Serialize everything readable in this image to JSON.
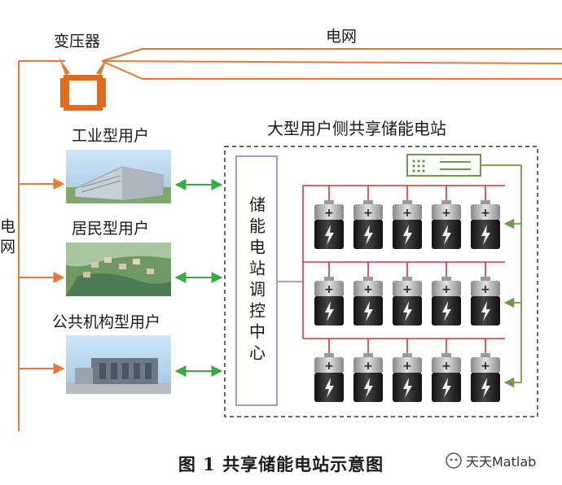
{
  "labels": {
    "transformer": "变压器",
    "grid_top": "电网",
    "grid_left": "电网",
    "station_title": "大型用户侧共享储能电站",
    "control_center": "储能电站调控中心",
    "users": [
      {
        "name": "工业型用户"
      },
      {
        "name": "居民型用户"
      },
      {
        "name": "公共机构型用户"
      }
    ]
  },
  "battery_grid": {
    "rows": 3,
    "cols": 5
  },
  "caption": "图 1    共享储能电站示意图",
  "watermark": "天天Matlab",
  "colors": {
    "grid_line": "#e8793a",
    "transformer": "#e06a1e",
    "exchange_arrow": "#3aaa46",
    "bus_line": "#e0303a",
    "control_line": "#9a8fc4",
    "feedback_line": "#6f9a4a",
    "battery_body": "#2a2a2a",
    "battery_cap": "#b9b9b9"
  },
  "icons": [
    "transformer-icon",
    "battery-icon",
    "server-icon",
    "lightning-icon"
  ]
}
